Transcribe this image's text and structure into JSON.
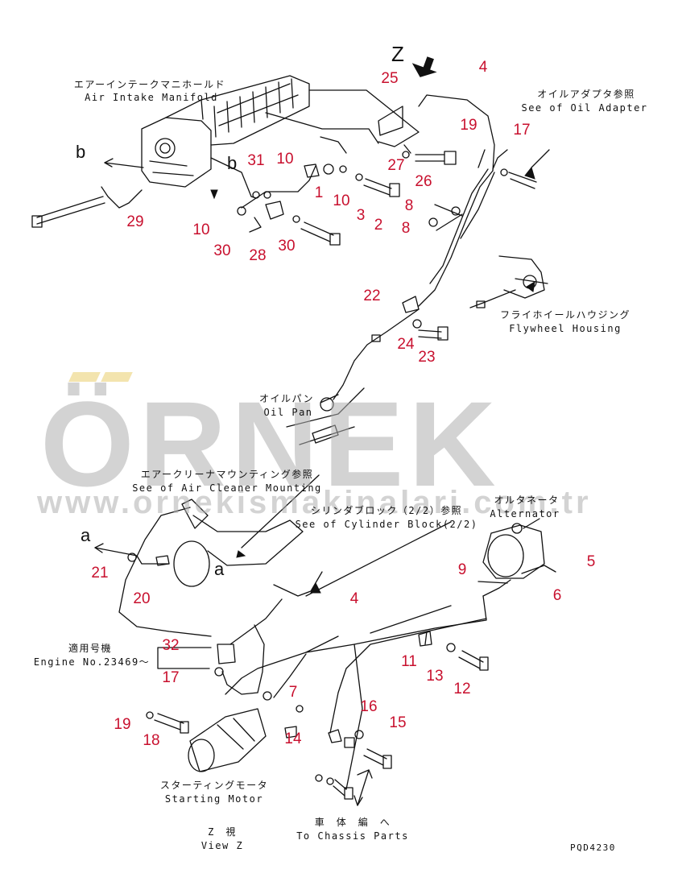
{
  "labels": {
    "air_intake_jp": "エアーインテークマニホールド",
    "air_intake_en": "Air Intake Manifold",
    "oil_adapter_jp": "オイルアダプタ参照",
    "oil_adapter_en": "See of Oil Adapter",
    "flywheel_jp": "フライホイールハウジング",
    "flywheel_en": "Flywheel Housing",
    "oil_pan_jp": "オイルパン",
    "oil_pan_en": "Oil Pan",
    "air_cleaner_jp": "エアークリーナマウンティング参照",
    "air_cleaner_en": "See of Air Cleaner Mounting",
    "cyl_block_jp": "シリンダブロック（2/2）参照",
    "cyl_block_en": "See of Cylinder Block(2/2)",
    "alternator_jp": "オルタネータ",
    "alternator_en": "Alternator",
    "engine_no_jp": "適用号機",
    "engine_no_en": "Engine No.23469～",
    "starting_motor_jp": "スターティングモータ",
    "starting_motor_en": "Starting Motor",
    "view_z_jp": "Z　視",
    "view_z_en": "View Z",
    "chassis_jp": "車　体　編　へ",
    "chassis_en": "To Chassis Parts",
    "drawing_code": "PQD4230",
    "z_label": "Z",
    "b_left": "b",
    "b_mid": "b",
    "a_left": "a",
    "a_mid": "a"
  },
  "part_numbers": [
    "25",
    "4",
    "19",
    "17",
    "31",
    "10",
    "1",
    "10",
    "3",
    "2",
    "27",
    "26",
    "8",
    "8",
    "29",
    "10",
    "30",
    "28",
    "30",
    "22",
    "24",
    "23",
    "21",
    "20",
    "4",
    "9",
    "5",
    "6",
    "32",
    "11",
    "13",
    "12",
    "17",
    "7",
    "19",
    "18",
    "14",
    "16",
    "15"
  ],
  "watermark": {
    "brand": "ÖRNEK",
    "url": "www.ornekismakinalari.com.tr"
  },
  "colors": {
    "callout": "#c8102e",
    "line": "#111111",
    "watermark": "#afafaf"
  }
}
